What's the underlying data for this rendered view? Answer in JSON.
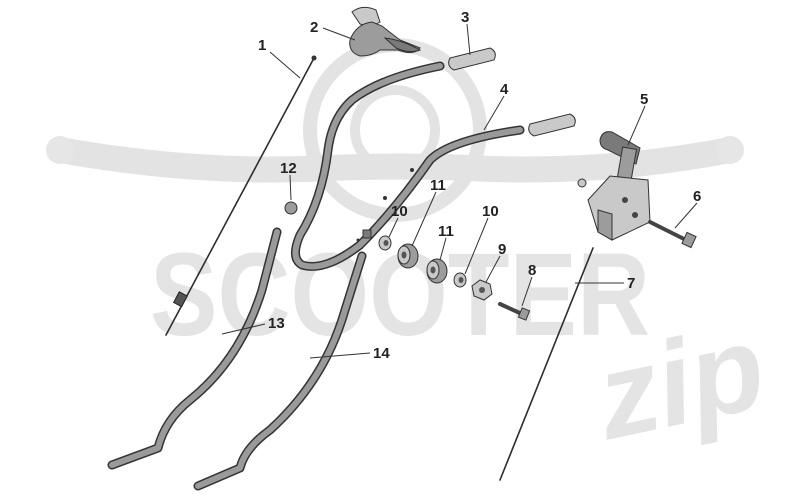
{
  "diagram": {
    "callouts": [
      {
        "id": "1",
        "label": "1"
      },
      {
        "id": "2",
        "label": "2"
      },
      {
        "id": "3",
        "label": "3"
      },
      {
        "id": "4",
        "label": "4"
      },
      {
        "id": "5",
        "label": "5"
      },
      {
        "id": "6",
        "label": "6"
      },
      {
        "id": "7",
        "label": "7"
      },
      {
        "id": "8",
        "label": "8"
      },
      {
        "id": "9",
        "label": "9"
      },
      {
        "id": "10a",
        "label": "10"
      },
      {
        "id": "10b",
        "label": "10"
      },
      {
        "id": "11a",
        "label": "11"
      },
      {
        "id": "11b",
        "label": "11"
      },
      {
        "id": "12",
        "label": "12"
      },
      {
        "id": "13",
        "label": "13"
      },
      {
        "id": "14",
        "label": "14"
      }
    ]
  },
  "watermark": {
    "text_main": "SCOOTER",
    "text_script": "zip"
  }
}
